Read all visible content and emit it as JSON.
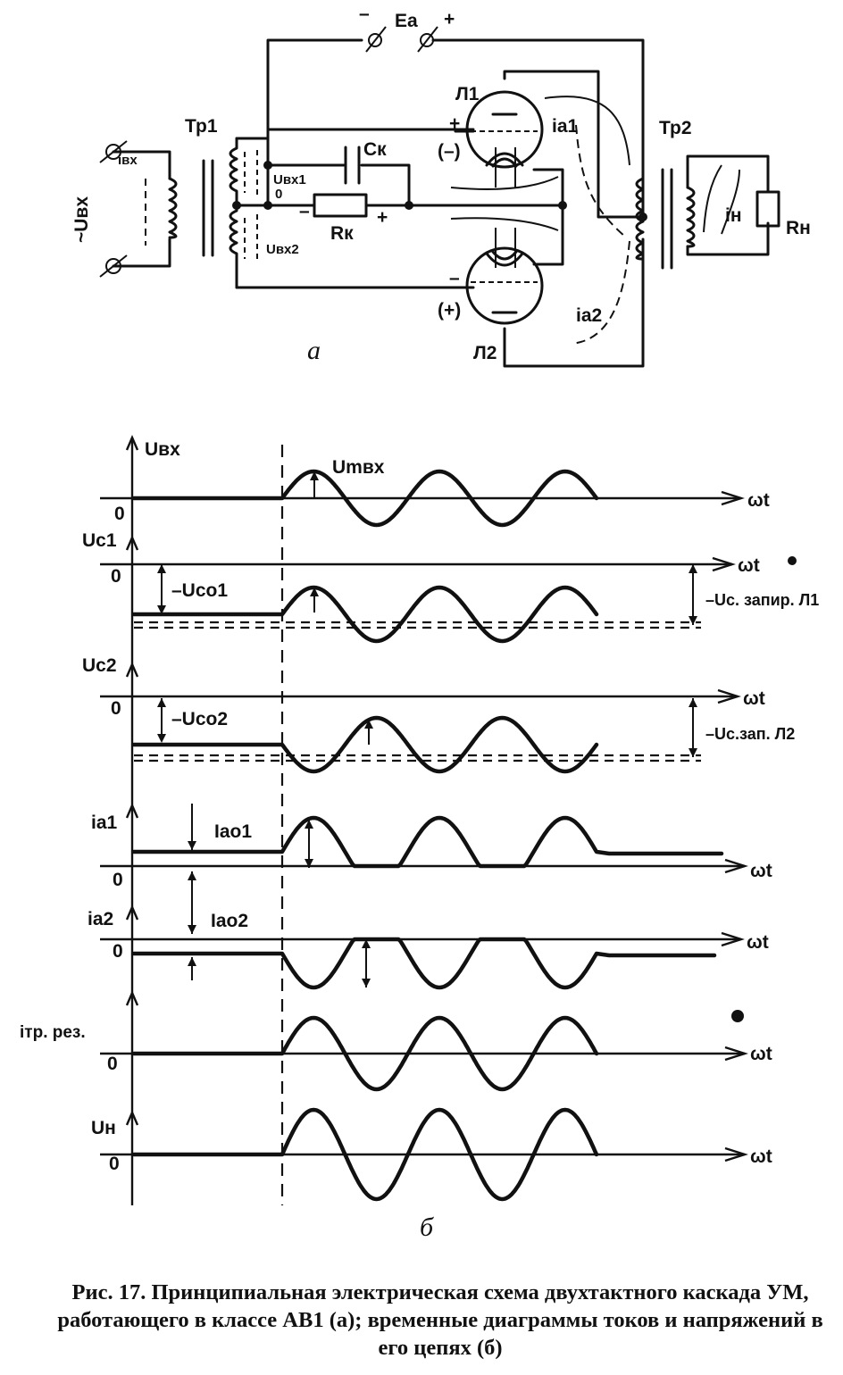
{
  "figure": {
    "caption": "Рис. 17. Принципиальная электрическая схема двухтактного каскада УМ, работающего в классе АВ1 (а); временные диаграммы токов и напряжений в его цепях (б)"
  },
  "schematic": {
    "panel_label": "а",
    "labels": {
      "uin": "~Uвх",
      "iin": "iвх",
      "tr1": "Тр1",
      "tr2": "Тр2",
      "ea": "Eа",
      "minus": "–",
      "plus": "+",
      "ck": "Cк",
      "rk": "Rк",
      "uin1": "Uвх1",
      "uin2": "Uвх2",
      "zero": "0",
      "l1": "Л1",
      "l2": "Л2",
      "ia1": "ia1",
      "ia2": "ia2",
      "in": "iн",
      "rn": "Rн",
      "p_minus": "(–)",
      "p_plus": "(+)"
    }
  },
  "timing": {
    "panel_label": "б",
    "x_label": "ωt",
    "zero_label": "0",
    "rows": [
      {
        "y_label": "Uвх",
        "annotation": "Umвх"
      },
      {
        "y_label": "Uc1",
        "annotation": "–Uco1",
        "right_annotation": "–Uс. запир. Л1"
      },
      {
        "y_label": "Uc2",
        "annotation": "–Uco2",
        "right_annotation": "–Uс.зап. Л2"
      },
      {
        "y_label": "ia1",
        "annotation": "Iao1"
      },
      {
        "y_label": "ia2",
        "annotation": "Iao2"
      },
      {
        "y_label": "iтр. рез."
      },
      {
        "y_label": "Uн"
      }
    ]
  }
}
